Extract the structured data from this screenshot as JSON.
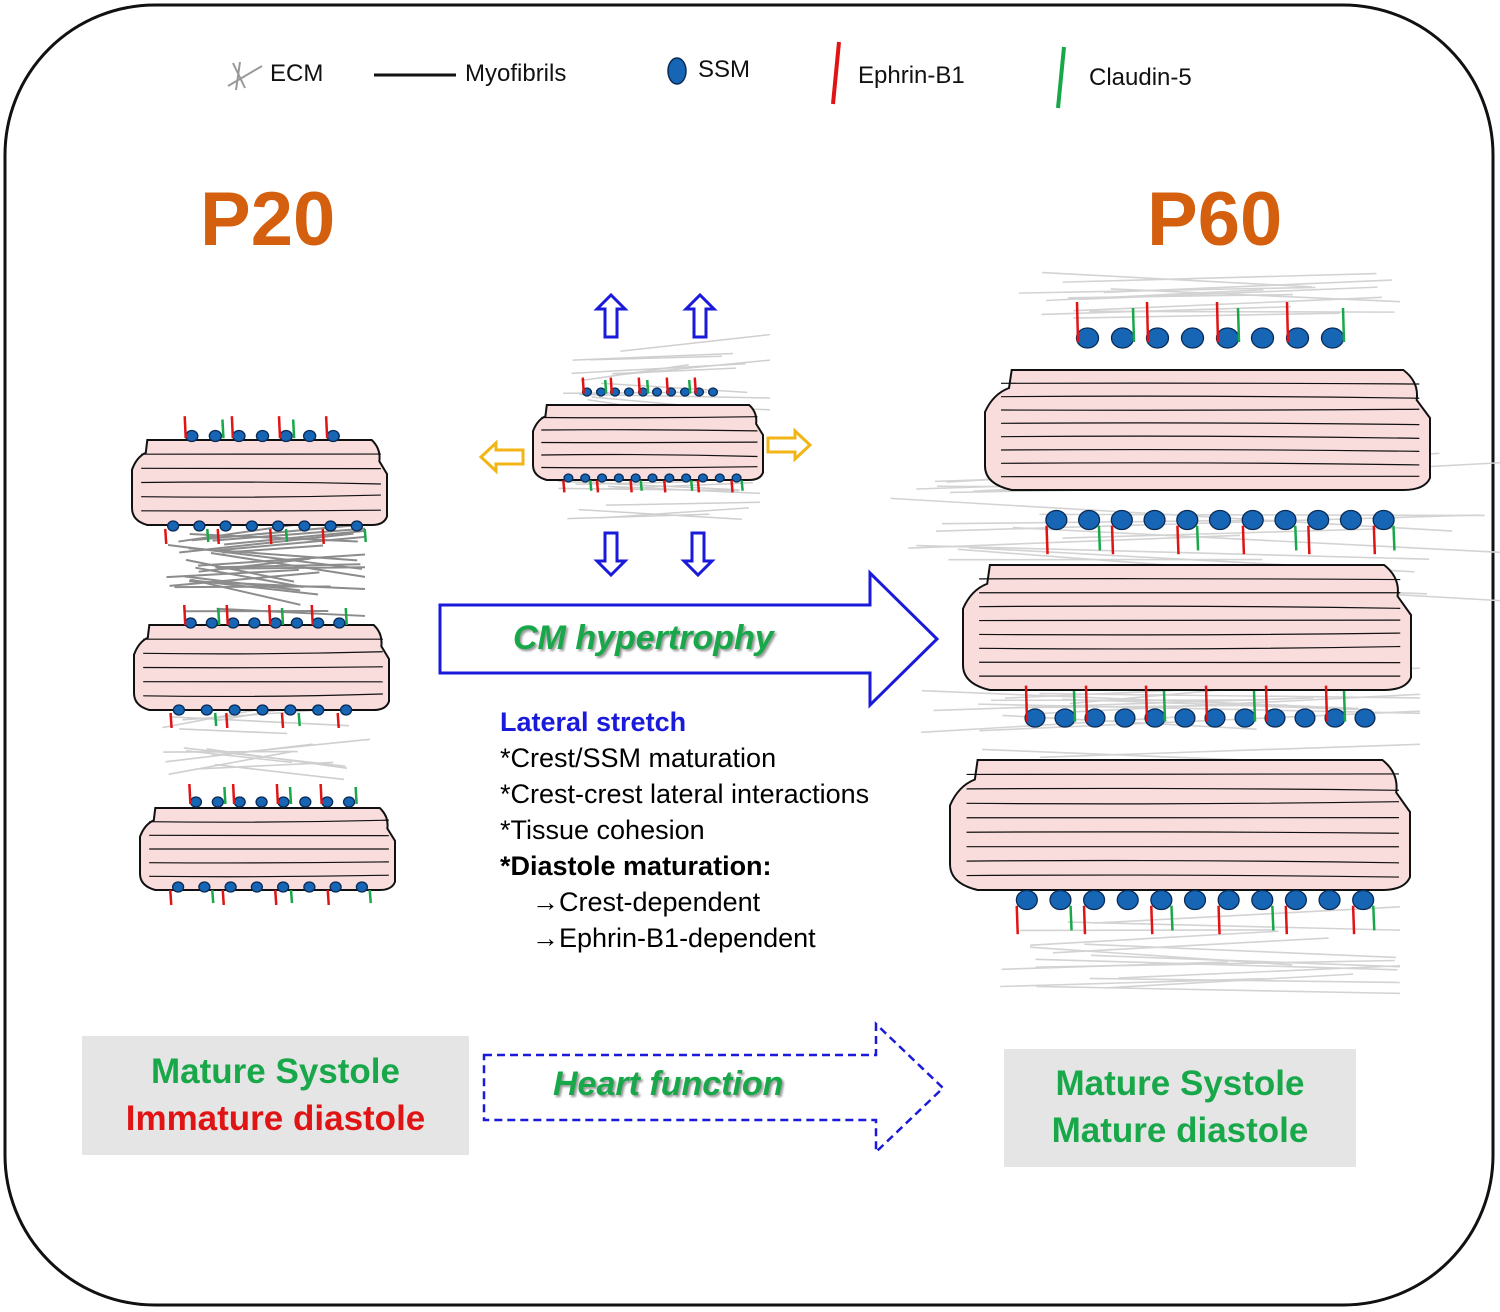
{
  "legend": {
    "ecm": "ECM",
    "myofibrils": "Myofibrils",
    "ssm": "SSM",
    "ephrin": "Ephrin-B1",
    "claudin": "Claudin-5"
  },
  "stages": {
    "left": "P20",
    "right": "P60"
  },
  "arrows": {
    "hypertrophy": "CM hypertrophy",
    "heart_function": "Heart function"
  },
  "notes": {
    "heading": "Lateral stretch",
    "line1": "*Crest/SSM maturation",
    "line2": "*Crest-crest lateral interactions",
    "line3": "*Tissue cohesion",
    "line4": "*Diastole maturation:",
    "line5": "→Crest-dependent",
    "line6": "→Ephrin-B1-dependent"
  },
  "status_left": {
    "systole": "Mature Systole",
    "diastole": "Immature diastole"
  },
  "status_right": {
    "systole": "Mature Systole",
    "diastole": "Mature diastole"
  },
  "colors": {
    "stage": "#d4600f",
    "blue_text": "#1a1adb",
    "green_text": "#18a84a",
    "red_text": "#e01414",
    "cell_fill": "#f9dcdc",
    "ssm_fill": "#1666b5",
    "ephrin": "#e01414",
    "claudin": "#18a84a",
    "ecm": "#a9a9a9",
    "stretch_arrow": "#1a1adb",
    "lateral_arrow": "#f2b516"
  }
}
